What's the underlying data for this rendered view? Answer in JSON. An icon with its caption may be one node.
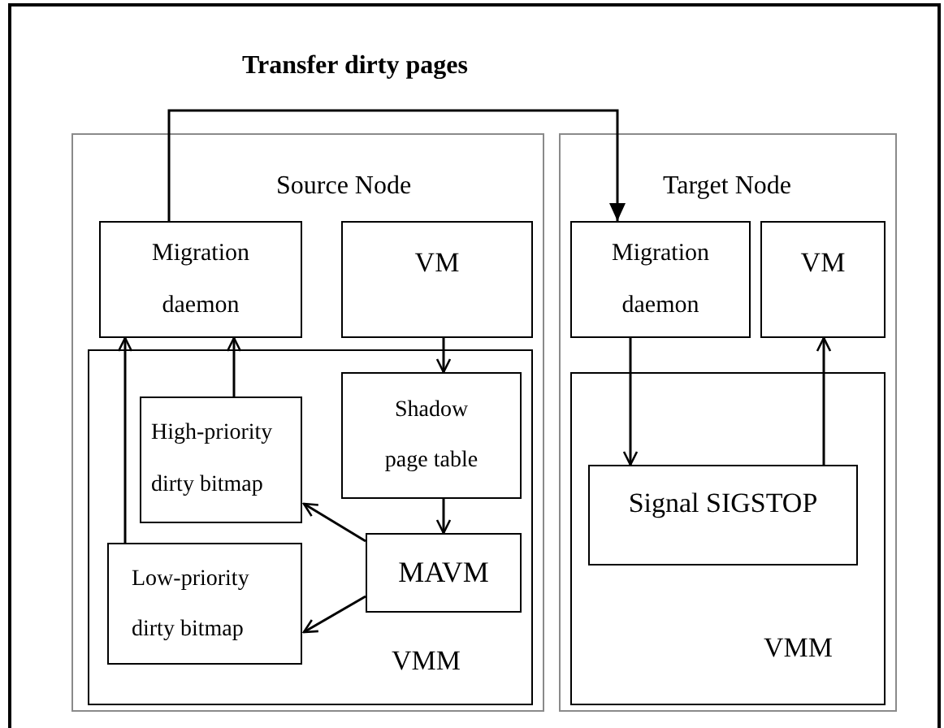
{
  "diagram": {
    "nodes": [
      {
        "text": [
          "Source Node"
        ]
      },
      {
        "text": [
          "Migration daemon"
        ],
        "in": 0
      },
      {
        "text": [
          "VM"
        ],
        "in": 0
      },
      {
        "text": [
          "VMM"
        ],
        "in": 0
      },
      {
        "text": [
          "High-priority dirty bitmap"
        ],
        "in": 3
      },
      {
        "text": [
          "Shadow page table"
        ],
        "in": 3
      },
      {
        "text": [
          "Low-priority dirty bitmap"
        ],
        "in": 3
      },
      {
        "text": [
          "MAVM"
        ],
        "in": 3
      },
      {
        "text": [
          "Target Node"
        ]
      },
      {
        "text": [
          "Migration daemon"
        ],
        "in": 8
      },
      {
        "text": [
          "VM"
        ],
        "in": 8
      },
      {
        "text": [
          "VMM"
        ],
        "in": 8
      },
      {
        "text": [
          "Signal SIGSTOP"
        ],
        "in": 11
      }
    ],
    "edges": [
      {
        "from": 1,
        "to": 9,
        "arrow": "to",
        "label": "Transfer dirty pages"
      },
      {
        "from": 4,
        "to": 1,
        "arrow": "to"
      },
      {
        "from": 6,
        "to": 1,
        "arrow": "to"
      },
      {
        "from": 2,
        "to": 5,
        "arrow": "to"
      },
      {
        "from": 5,
        "to": 7,
        "arrow": "to"
      },
      {
        "from": 7,
        "to": 4,
        "arrow": "to"
      },
      {
        "from": 7,
        "to": 6,
        "arrow": "to"
      },
      {
        "from": 9,
        "to": 12,
        "arrow": "to"
      },
      {
        "from": 12,
        "to": 10,
        "arrow": "to"
      }
    ]
  }
}
